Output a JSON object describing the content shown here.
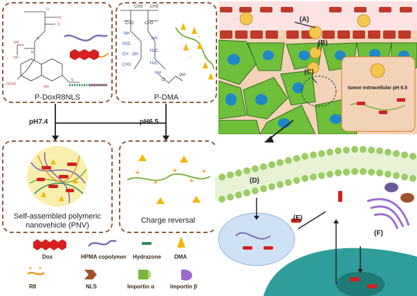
{
  "panels": {
    "p_doxr8nls": "P-DoxR8NLS",
    "p_dma": "P-DMA",
    "pnv": "Self-assembled polymeric\nnanovehicle (PNV)",
    "charge_reversal": "Charge reversal"
  },
  "arrows": {
    "ph74": "pH7.4",
    "ph65": "pH6.5"
  },
  "legend": {
    "dox": "Dox",
    "hpma": "HPMA copolymer",
    "hydrazone": "Hydrazone",
    "dma": "DMA",
    "r8": "R8",
    "nls": "NLS",
    "importin_a": "Importin α",
    "importin_b": "Importin β"
  },
  "steps": {
    "a": "(A)",
    "b": "(B)",
    "c": "(C)",
    "d": "(D)",
    "e": "(E)",
    "f": "(F)"
  },
  "inset_label": "tumor extracellular pH 6.5",
  "colors": {
    "dox_red": "#d61f1f",
    "hpma_purple": "#7b6bb0",
    "tissue_green": "#6fbf3a",
    "cell_blue": "#1e88c8",
    "vessel_red": "#c0392b",
    "membrane_green": "#9ccc65",
    "nucleus_teal": "#2f9e9a",
    "dashed_border": "#8a5a3a"
  }
}
